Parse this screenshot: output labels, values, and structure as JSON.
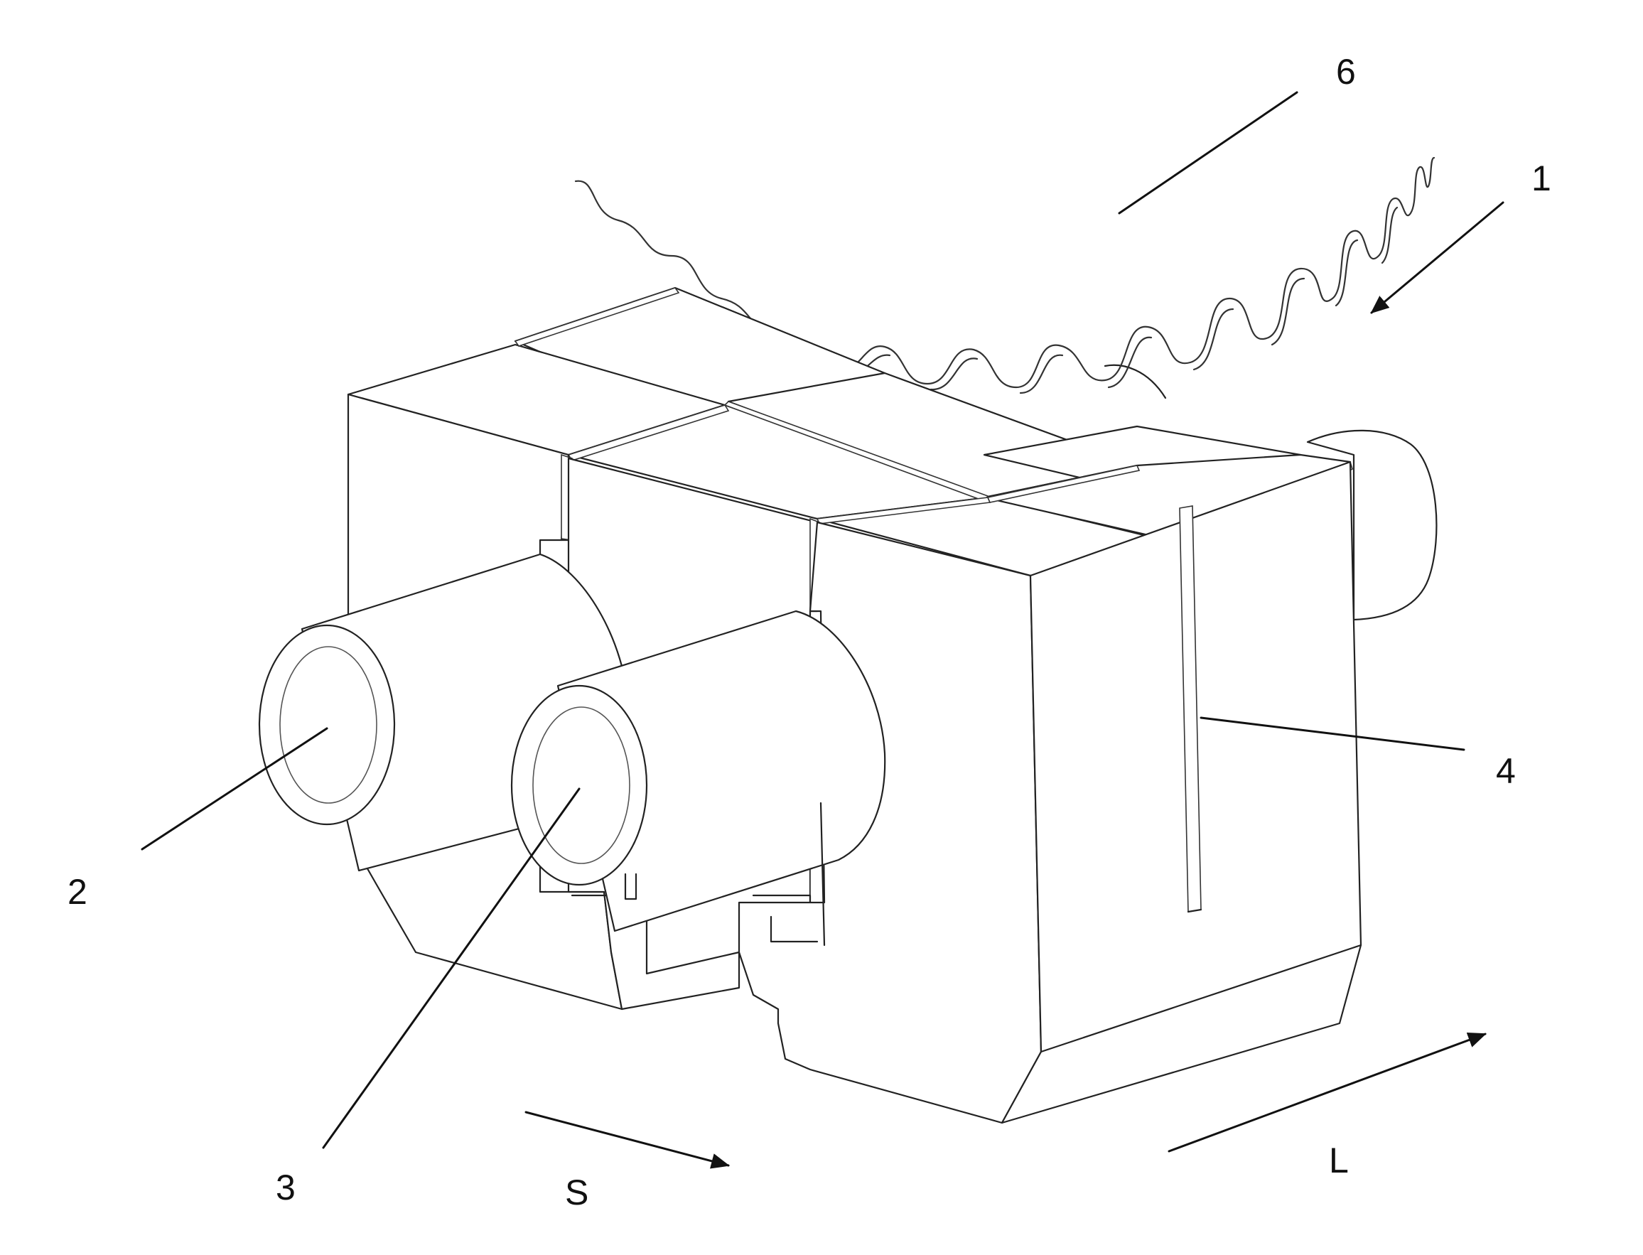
{
  "labels": {
    "ref_1": "1",
    "ref_2": "2",
    "ref_3": "3",
    "ref_4": "4",
    "ref_6": "6",
    "dir_s": "S",
    "dir_l": "L"
  }
}
